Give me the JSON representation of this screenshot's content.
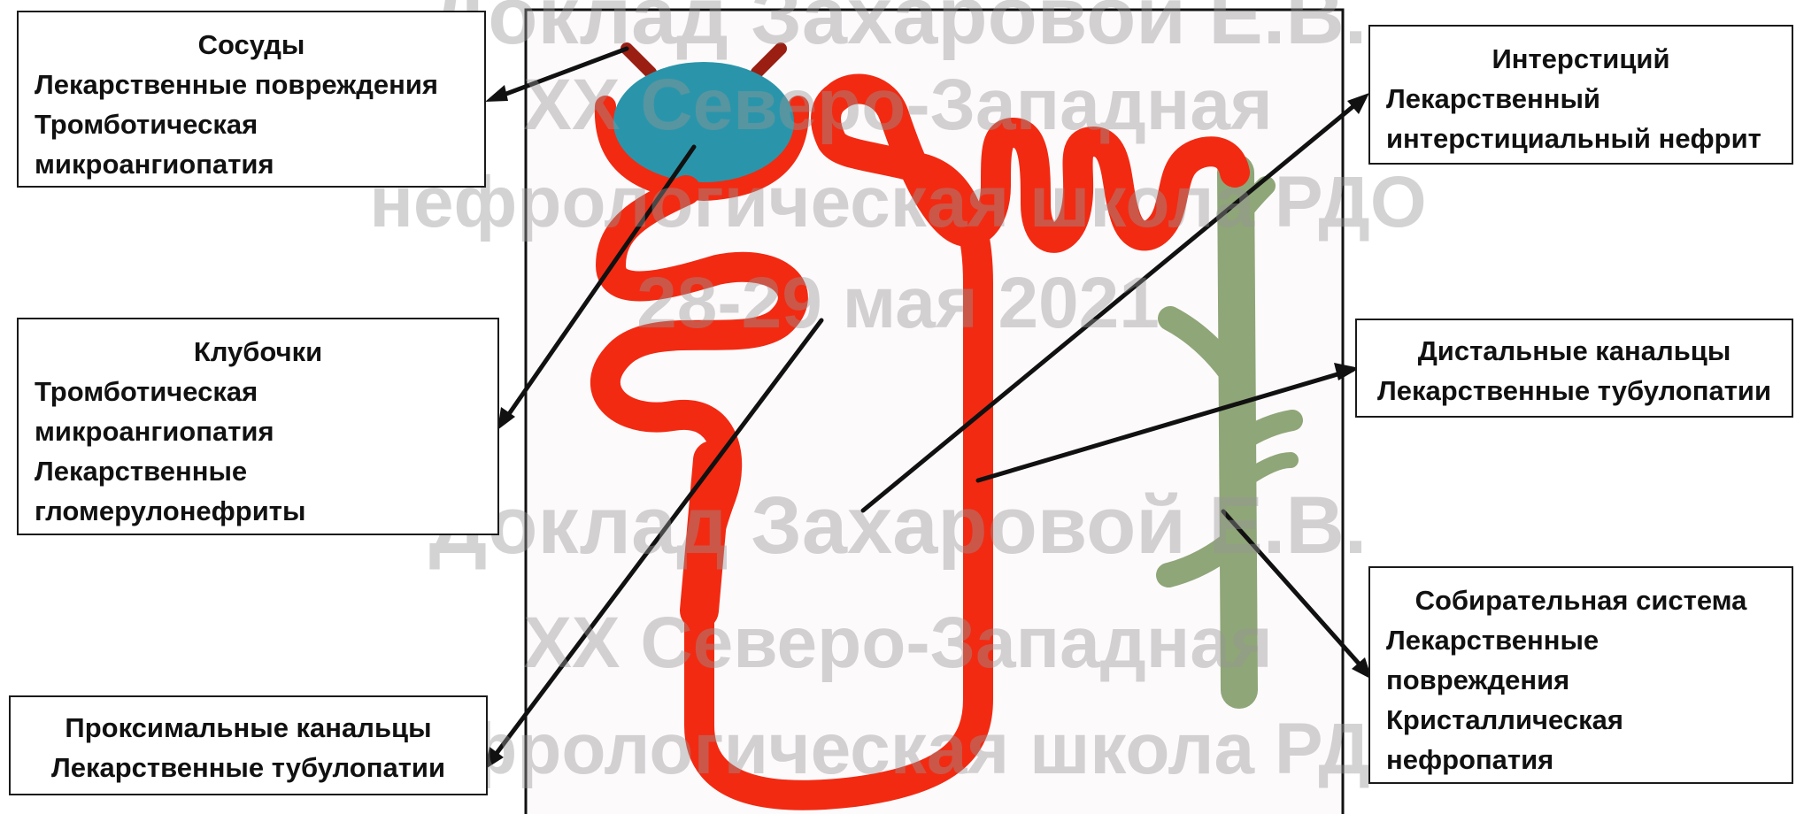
{
  "watermark": {
    "lines": [
      "Доклад Захаровой Е.В.",
      "XX Северо-Западная",
      "нефрологическая школа РДО",
      "28-29 мая 2021",
      "Доклад Захаровой Е.В.",
      "XX Северо-Западная",
      "нефрологическая школа РДО"
    ]
  },
  "labels": {
    "vessels": {
      "title": "Сосуды",
      "lines": [
        "Лекарственные повреждения",
        "Тромботическая",
        "микроангиопатия"
      ]
    },
    "glomeruli": {
      "title": "Клубочки",
      "lines": [
        "Тромботическая",
        "микроангиопатия",
        "Лекарственные",
        "гломерулонефриты"
      ]
    },
    "proximal": {
      "title": "Проксимальные канальцы",
      "lines": [
        "Лекарственные тубулопатии"
      ]
    },
    "interstitium": {
      "title": "Интерстиций",
      "lines": [
        "Лекарственный",
        "интерстициальный нефрит"
      ]
    },
    "distal": {
      "title": "Дистальные канальцы",
      "lines": [
        "Лекарственные тубулопатии"
      ]
    },
    "collecting": {
      "title": "Собирательная система",
      "lines": [
        "Лекарственные",
        "повреждения",
        "Кристаллическая",
        "нефропатия"
      ]
    }
  },
  "colors": {
    "tubule": "#f22a12",
    "glomerulus": "#2a95aa",
    "vessel": "#9a1f12",
    "collecting_duct": "#8fa678",
    "panel_background": "#fdfafc",
    "line": "#111111"
  }
}
